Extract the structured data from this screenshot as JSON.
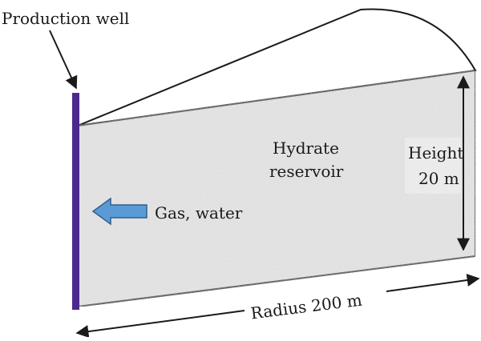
{
  "labels": {
    "well": "Production well",
    "reservoir_line1": "Hydrate",
    "reservoir_line2": "reservoir",
    "flow": "Gas, water",
    "height_line1": "Height",
    "height_line2": "20 m",
    "radius": "Radius 200 m"
  },
  "colors": {
    "well": "#4b2a8c",
    "flow_arrow_fill": "#5b9bd5",
    "flow_arrow_stroke": "#2f5f8f",
    "reservoir_fill": "#ececec",
    "outline": "#1a1a1a"
  }
}
